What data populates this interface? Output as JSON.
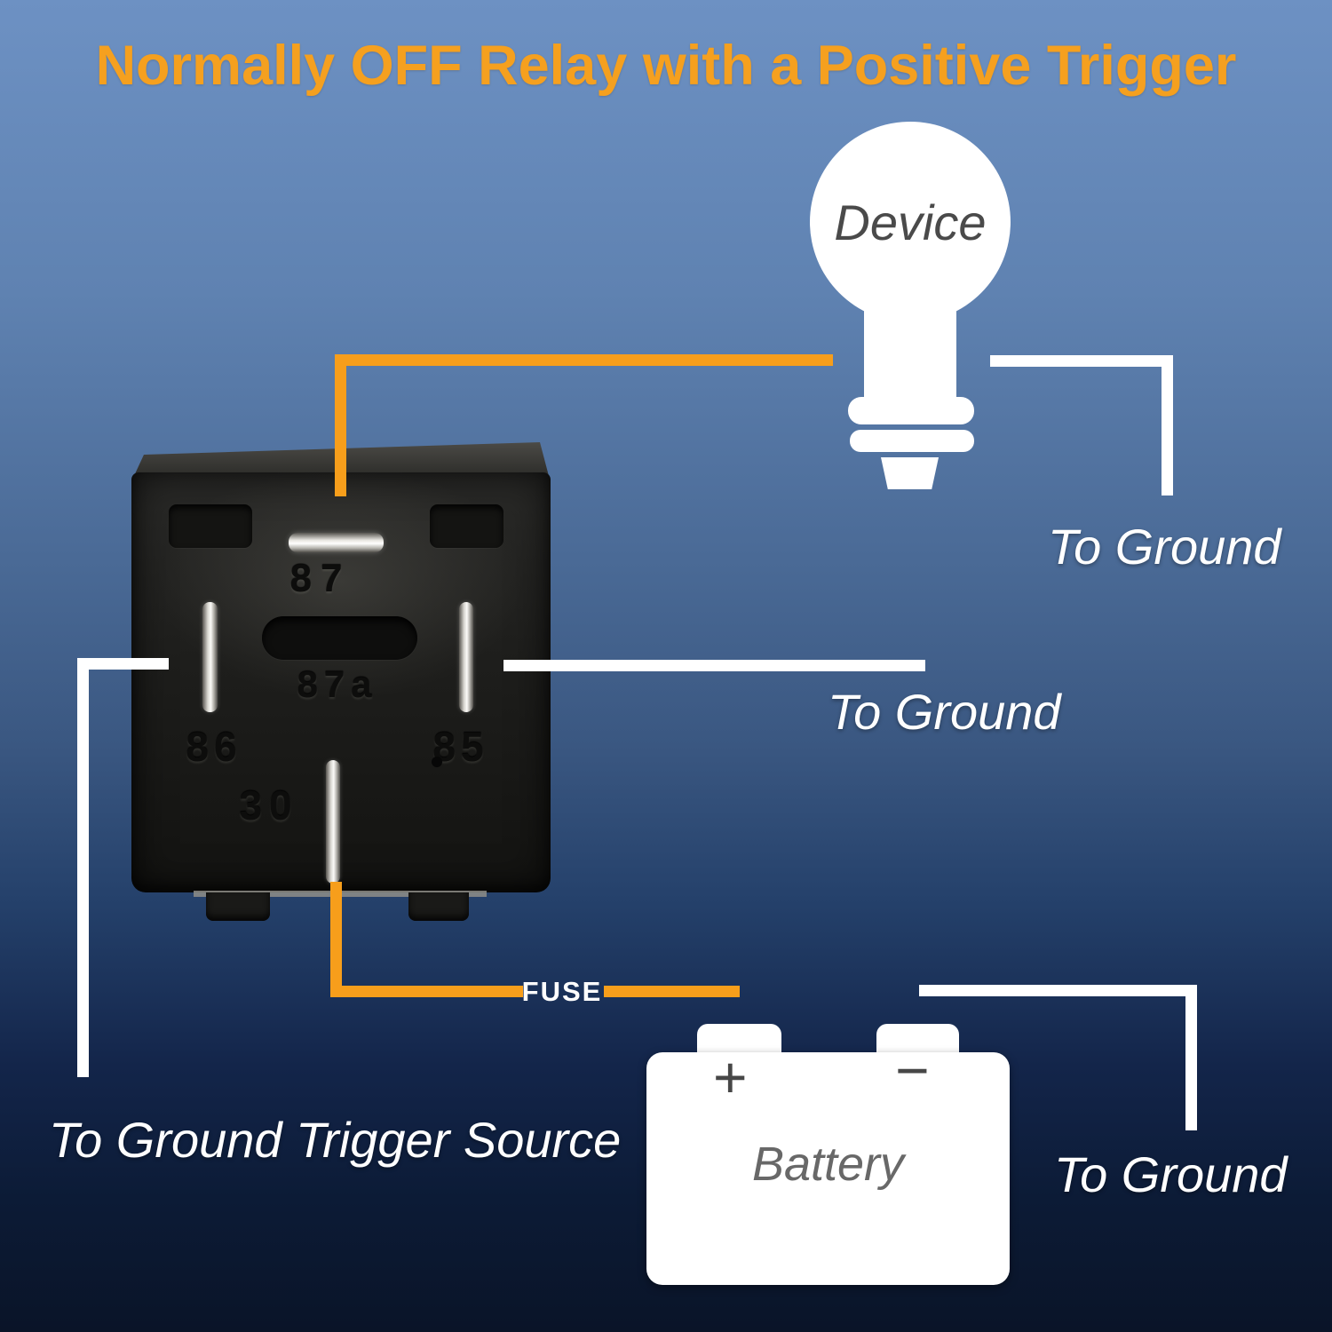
{
  "title": "Normally OFF Relay with a Positive Trigger",
  "device": {
    "label": "Device"
  },
  "relay": {
    "pins": {
      "p87": "87",
      "p87a": "87a",
      "p86": "86",
      "p85": "85",
      "p30": "30"
    }
  },
  "labels": {
    "ground_top_right": "To Ground",
    "ground_middle": "To Ground",
    "ground_bottom_right": "To Ground",
    "trigger_source": "To Ground Trigger Source",
    "fuse": "FUSE"
  },
  "battery": {
    "label": "Battery",
    "positive": "+",
    "negative": "−"
  },
  "colors": {
    "wire_power": "#F79E1B",
    "wire_ground": "#FFFFFF",
    "title": "#F5A01F",
    "background_top": "#6D91C3",
    "background_bottom": "#0A1428"
  }
}
